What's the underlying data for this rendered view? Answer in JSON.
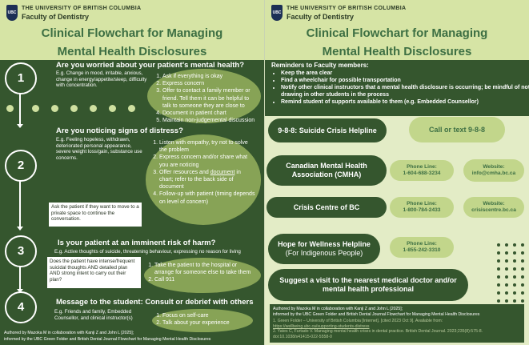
{
  "university": "THE UNIVERSITY OF BRITISH COLUMBIA",
  "faculty": "Faculty of Dentistry",
  "logo_text": "UBC",
  "title_line1": "Clinical Flowchart for Managing",
  "title_line2": "Mental Health Disclosures",
  "left": {
    "steps": [
      {
        "number": "1",
        "question": "Are you worried about your patient's mental health?",
        "example": "E.g. Change in mood, irritable, anxious, change in energy/appetite/sleep, difficulty with concentration.",
        "actions": [
          "Ask if everything is okay",
          "Express concern",
          "Offer to contact a family member or friend. Tell them it can be helpful to talk to someone they are close to",
          "Document in patient chart",
          "Maintain non-judgemental discussion"
        ]
      },
      {
        "number": "2",
        "question": "Are you noticing signs of distress?",
        "example": "E.g. Feeling hopeless, withdrawn, deteriorated personal appearance, severe weight loss/gain, substance use concerns.",
        "note": "Ask the patient if they want to move to a private space to continue the conversation.",
        "actions": [
          "Listen with empathy, try not to solve the problem",
          "Express concern and/or share what you are noticing",
          "Offer resources and ",
          "document",
          " in chart; refer to the back side of document",
          "Follow-up with patient (timing depends on level of concern)"
        ]
      },
      {
        "number": "3",
        "question": "Is your patient at an imminent risk of harm?",
        "example": "E.g. Active thoughts of suicide, threatening behaviour, expressing no reason for living",
        "note": "Does the patient have intense/frequent suicidal thoughts AND detailed plan AND strong intent to carry out their plan?",
        "actions": [
          "Take the patient to the hospital or arrange for someone else to take them",
          "Call 911"
        ]
      },
      {
        "number": "4",
        "question": "Message to the student: Consult or debrief with others",
        "example": "E.g. Friends and family, Embedded Counsellor, and clinical instructor(s)",
        "actions": [
          "Focus on self-care",
          "Talk about your experience"
        ]
      }
    ],
    "credit1": "Authored by Mazoka M in collaboration with Kanji Z and John L [2025];",
    "credit2": "informed by the UBC Green Folder and British Dental Journal Flowchart for Managing Mental Health Disclosures"
  },
  "right": {
    "reminders_title": "Reminders to Faculty members:",
    "reminders": [
      "Keep the area clear",
      "Find a wheelchair for possible transportation",
      "Notify other clinical instructors that a mental health disclosure is occurring; be mindful of not drawing in other students in the process",
      "Remind student of supports available to them (e.g. Embedded Counsellor)"
    ],
    "resources": {
      "suicide_line": "9-8-8: Suicide Crisis Helpline",
      "suicide_action": "Call or text 9-8-8",
      "cmha_name": "Canadian Mental Health Association (CMHA)",
      "cmha_phone_label": "Phone Line:",
      "cmha_phone": "1-604-688-3234",
      "cmha_web_label": "Website:",
      "cmha_web": "info@cmha.bc.ca",
      "crisis_name": "Crisis Centre of BC",
      "crisis_phone_label": "Phone Line:",
      "crisis_phone": "1-800-784-2433",
      "crisis_web_label": "Website:",
      "crisis_web": "crisiscentre.bc.ca",
      "hope_name": "Hope for Wellness Helpline",
      "hope_sub": "(For Indigenous People)",
      "hope_phone_label": "Phone Line:",
      "hope_phone": "1-855-242-3310",
      "suggest": "Suggest a visit to the nearest medical doctor and/or mental health professional"
    },
    "credit1": "Authored by Mazoka M in collaboration with Kanji Z and John L [2025];",
    "credit2": "informed by the UBC Green Folder and British Dental Journal Flowchart for Managing Mental Health Disclosures",
    "ref1": "1. Green Folder – University of British Columbia [Internet]. [cited 2023 Oct 9]. Available from:",
    "ref1_url": "https://wellbeing.ubc.ca/supporting-students-distress",
    "ref2": "2. Yates C, Furtado V. Managing mental health crises in dental practice. British Dental Journal. 2023;235(8):575-8. doi:10.1038/s41415-022-5558-0"
  }
}
